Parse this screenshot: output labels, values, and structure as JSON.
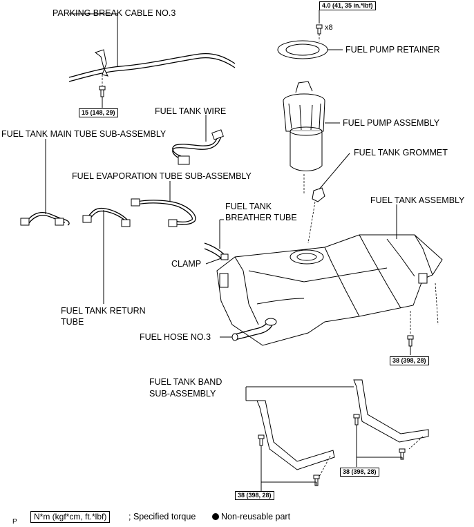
{
  "labels": {
    "parking_cable": "PARKING BREAK CABLE NO.3",
    "fuel_tank_wire": "FUEL TANK WIRE",
    "main_tube": "FUEL TANK MAIN TUBE SUB-ASSEMBLY",
    "evaporation_tube": "FUEL EVAPORATION TUBE SUB-ASSEMBLY",
    "breather_tube_1": "FUEL TANK",
    "breather_tube_2": "BREATHER TUBE",
    "clamp": "CLAMP",
    "return_tube_1": "FUEL TANK RETURN",
    "return_tube_2": "TUBE",
    "fuel_hose": "FUEL HOSE NO.3",
    "pump_retainer": "FUEL PUMP RETAINER",
    "pump_assembly": "FUEL PUMP ASSEMBLY",
    "tank_grommet": "FUEL TANK GROMMET",
    "tank_assembly": "FUEL TANK ASSEMBLY",
    "band_1": "FUEL TANK BAND",
    "band_2": "SUB-ASSEMBLY"
  },
  "torques": {
    "retainer": "4.0 (41, 35 in.*lbf)",
    "retainer_qty": "x8",
    "parking": "15 (148, 29)",
    "tank": "38 (398, 28)",
    "band_left": "38 (398, 28)",
    "band_right": "38 (398, 28)"
  },
  "legend": {
    "corner_mark": "P",
    "unit_box": "N*m (kgf*cm, ft.*lbf)",
    "specified": "; Specified torque",
    "non_reusable": "Non-reusable part"
  }
}
